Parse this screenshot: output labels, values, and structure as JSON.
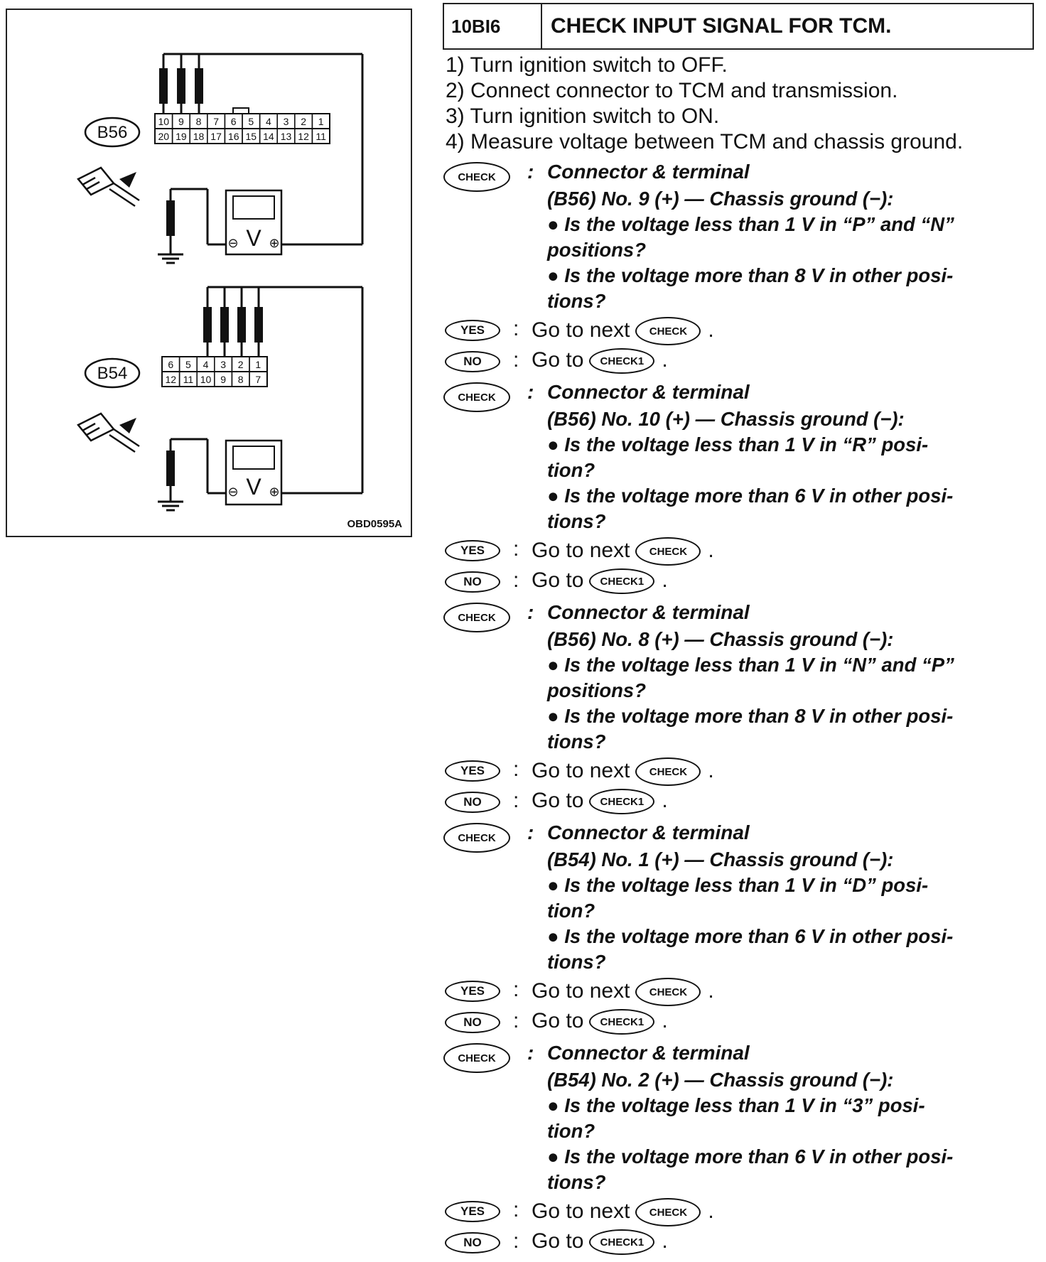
{
  "figure": {
    "code": "OBD0595A",
    "connector_top": {
      "label": "B56",
      "row1": [
        "10",
        "9",
        "8",
        "7",
        "6",
        "5",
        "4",
        "3",
        "2",
        "1"
      ],
      "row2": [
        "20",
        "19",
        "18",
        "17",
        "16",
        "15",
        "14",
        "13",
        "12",
        "11"
      ]
    },
    "connector_bottom": {
      "label": "B54",
      "row1": [
        "6",
        "5",
        "4",
        "3",
        "2",
        "1"
      ],
      "row2": [
        "12",
        "11",
        "10",
        "9",
        "8",
        "7"
      ]
    },
    "meter_symbol": "V",
    "meter_neg": "⊖",
    "meter_pos": "⊕"
  },
  "header": {
    "code": "10BI6",
    "title": "CHECK INPUT SIGNAL FOR TCM."
  },
  "steps": [
    "1)  Turn ignition switch to OFF.",
    "2)  Connect connector to TCM and transmission.",
    "3)  Turn ignition switch to ON.",
    "4)  Measure voltage between TCM and chassis ground."
  ],
  "labels": {
    "check": "CHECK",
    "check1": "CHECK1",
    "yes": "YES",
    "no": "NO",
    "colon": ":",
    "go_next": "Go to next",
    "go_to": "Go to",
    "period": "."
  },
  "checks": [
    {
      "title": "Connector & terminal",
      "terminal": "(B56) No. 9 (+) — Chassis ground (−):",
      "q1a": "● Is the voltage less than 1 V in “P” and “N”",
      "q1b": "positions?",
      "q2a": "● Is the voltage more than 8 V in other posi-",
      "q2b": "tions?"
    },
    {
      "title": "Connector & terminal",
      "terminal": "(B56) No. 10 (+) — Chassis ground (−):",
      "q1a": "● Is the voltage less than 1 V in “R” posi-",
      "q1b": "tion?",
      "q2a": "● Is the voltage more than 6 V in other posi-",
      "q2b": "tions?"
    },
    {
      "title": "Connector & terminal",
      "terminal": "(B56) No. 8 (+) — Chassis ground (−):",
      "q1a": "● Is the voltage less than 1 V in “N” and “P”",
      "q1b": "positions?",
      "q2a": "● Is the voltage more than 8 V in other posi-",
      "q2b": "tions?"
    },
    {
      "title": "Connector & terminal",
      "terminal": "(B54) No. 1 (+) — Chassis ground (−):",
      "q1a": "● Is the voltage less than 1 V in “D” posi-",
      "q1b": "tion?",
      "q2a": "● Is the voltage more than 6 V in other posi-",
      "q2b": "tions?"
    },
    {
      "title": "Connector & terminal",
      "terminal": "(B54) No. 2 (+) — Chassis ground (−):",
      "q1a": "● Is the voltage less than 1 V in “3” posi-",
      "q1b": "tion?",
      "q2a": "● Is the voltage more than 6 V in other posi-",
      "q2b": "tions?"
    }
  ]
}
